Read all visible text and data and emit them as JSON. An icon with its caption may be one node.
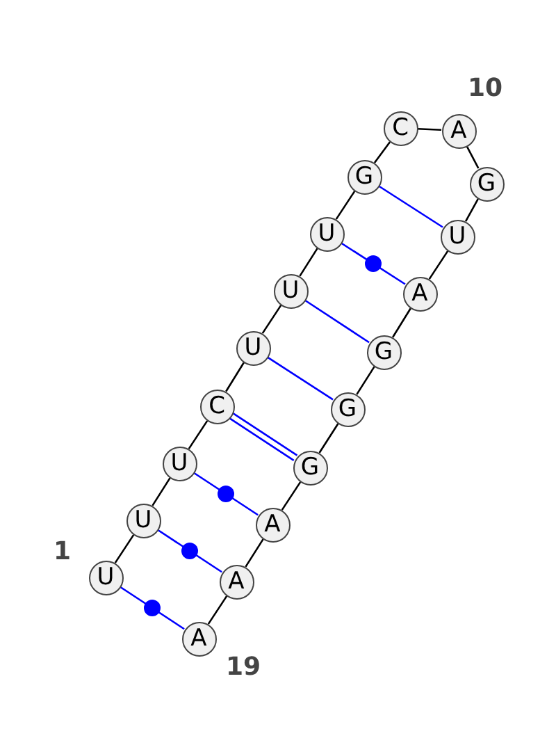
{
  "diagram": {
    "nodes": [
      {
        "text": [
          "U"
        ],
        "beside": [
          "1"
        ]
      },
      {
        "text": [
          "U"
        ]
      },
      {
        "text": [
          "U"
        ]
      },
      {
        "text": [
          "C"
        ]
      },
      {
        "text": [
          "U"
        ]
      },
      {
        "text": [
          "U"
        ]
      },
      {
        "text": [
          "U"
        ]
      },
      {
        "text": [
          "G"
        ]
      },
      {
        "text": [
          "C"
        ]
      },
      {
        "text": [
          "A"
        ],
        "beside": [
          "10"
        ]
      },
      {
        "text": [
          "G"
        ]
      },
      {
        "text": [
          "U"
        ]
      },
      {
        "text": [
          "A"
        ]
      },
      {
        "text": [
          "G"
        ]
      },
      {
        "text": [
          "G"
        ]
      },
      {
        "text": [
          "G"
        ]
      },
      {
        "text": [
          "A"
        ]
      },
      {
        "text": [
          "A"
        ]
      },
      {
        "text": [
          "A"
        ],
        "beside": [
          "19"
        ]
      }
    ],
    "edges": [
      {
        "from": 0,
        "to": 1,
        "arrow": "none"
      },
      {
        "from": 1,
        "to": 2,
        "arrow": "none"
      },
      {
        "from": 2,
        "to": 3,
        "arrow": "none"
      },
      {
        "from": 3,
        "to": 4,
        "arrow": "none"
      },
      {
        "from": 4,
        "to": 5,
        "arrow": "none"
      },
      {
        "from": 5,
        "to": 6,
        "arrow": "none"
      },
      {
        "from": 6,
        "to": 7,
        "arrow": "none"
      },
      {
        "from": 7,
        "to": 8,
        "arrow": "none"
      },
      {
        "from": 8,
        "to": 9,
        "arrow": "none"
      },
      {
        "from": 9,
        "to": 10,
        "arrow": "none"
      },
      {
        "from": 10,
        "to": 11,
        "arrow": "none"
      },
      {
        "from": 11,
        "to": 12,
        "arrow": "none"
      },
      {
        "from": 12,
        "to": 13,
        "arrow": "none"
      },
      {
        "from": 13,
        "to": 14,
        "arrow": "none"
      },
      {
        "from": 14,
        "to": 15,
        "arrow": "none"
      },
      {
        "from": 15,
        "to": 16,
        "arrow": "none"
      },
      {
        "from": 16,
        "to": 17,
        "arrow": "none"
      },
      {
        "from": 17,
        "to": 18,
        "arrow": "none"
      },
      {
        "from": 0,
        "to": 18,
        "arrow": "none",
        "color": "#0000ff"
      },
      {
        "from": 1,
        "to": 17,
        "arrow": "none",
        "color": "#0000ff"
      },
      {
        "from": 2,
        "to": 16,
        "arrow": "none",
        "color": "#0000ff"
      },
      {
        "from": 3,
        "to": 15,
        "arrow": "none",
        "color": "#0000ff"
      },
      {
        "from": 4,
        "to": 14,
        "arrow": "none",
        "color": "#0000ff"
      },
      {
        "from": 5,
        "to": 13,
        "arrow": "none",
        "color": "#0000ff"
      },
      {
        "from": 6,
        "to": 12,
        "arrow": "none",
        "color": "#0000ff"
      },
      {
        "from": 7,
        "to": 11,
        "arrow": "none",
        "color": "#0000ff"
      }
    ]
  }
}
